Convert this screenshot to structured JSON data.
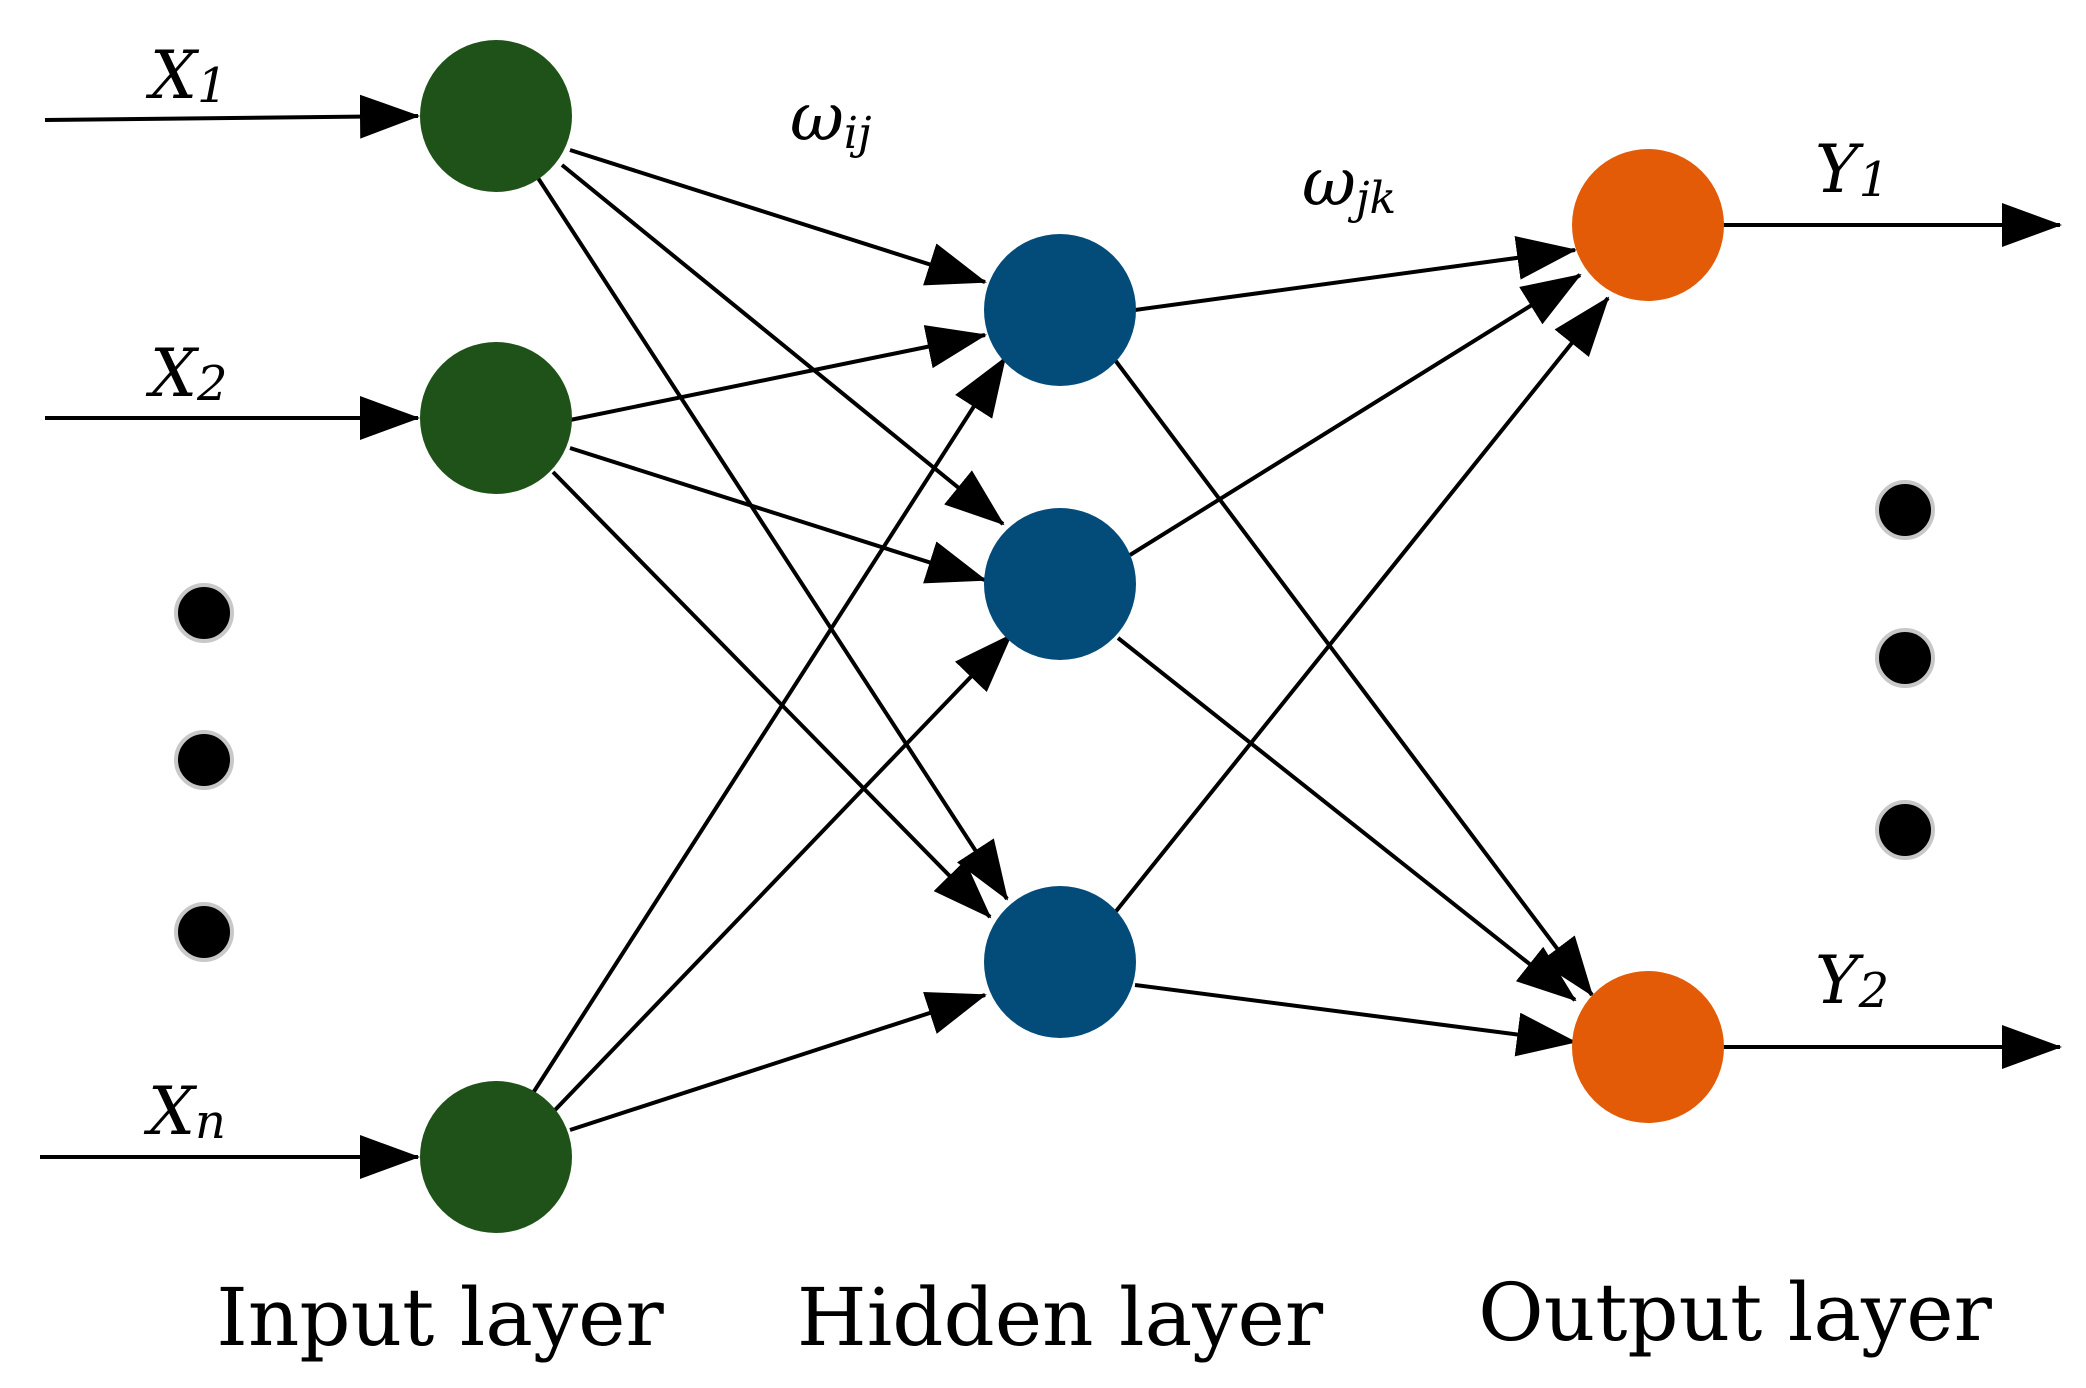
{
  "inputs": [
    {
      "letter": "X",
      "sub": "1"
    },
    {
      "letter": "X",
      "sub": "2"
    },
    {
      "letter": "X",
      "sub": "n"
    }
  ],
  "outputs": [
    {
      "letter": "Y",
      "sub": "1"
    },
    {
      "letter": "Y",
      "sub": "2"
    }
  ],
  "weights": {
    "input_hidden": {
      "symbol": "ω",
      "sub": "ij"
    },
    "hidden_output": {
      "symbol": "ω",
      "sub": "jk"
    }
  },
  "layers": {
    "input": "Input layer",
    "hidden": "Hidden layer",
    "output": "Output layer"
  },
  "colors": {
    "input_node": "#1e5218",
    "hidden_node": "#034c7a",
    "output_node": "#e35b07",
    "edge": "#000000"
  }
}
